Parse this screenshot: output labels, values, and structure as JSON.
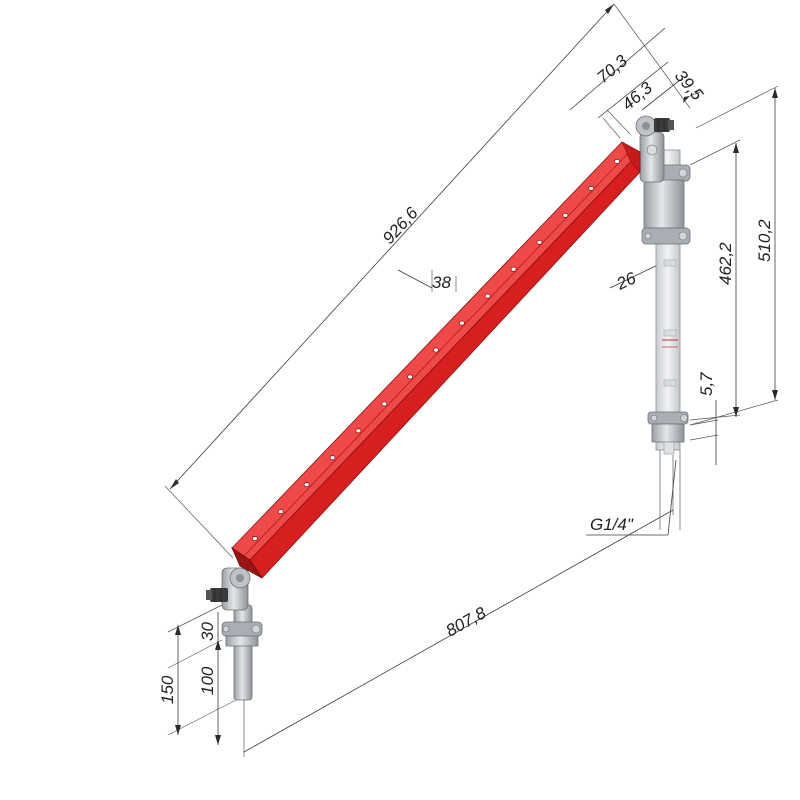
{
  "drawing": {
    "dimensions": {
      "overall_length": "926,6",
      "base_span": "807,8",
      "top_width_a": "70,3",
      "top_width_b": "46,3",
      "top_offset": "39,5",
      "total_height": "510,2",
      "post_height": "462,2",
      "bar_width": "38",
      "post_width": "26",
      "small_offset": "5,7",
      "thread": "G1/4\"",
      "left_total": "150",
      "left_lower": "100",
      "left_clamp": "30"
    },
    "colors": {
      "bar": "#d81f1f",
      "bar_dark": "#9a1414",
      "bar_light": "#ee4a4a",
      "metal": "#c4c6ca",
      "metal_dark": "#8d9096",
      "clamp": "#a9adb4",
      "fitting": "#3a3a3a"
    }
  }
}
